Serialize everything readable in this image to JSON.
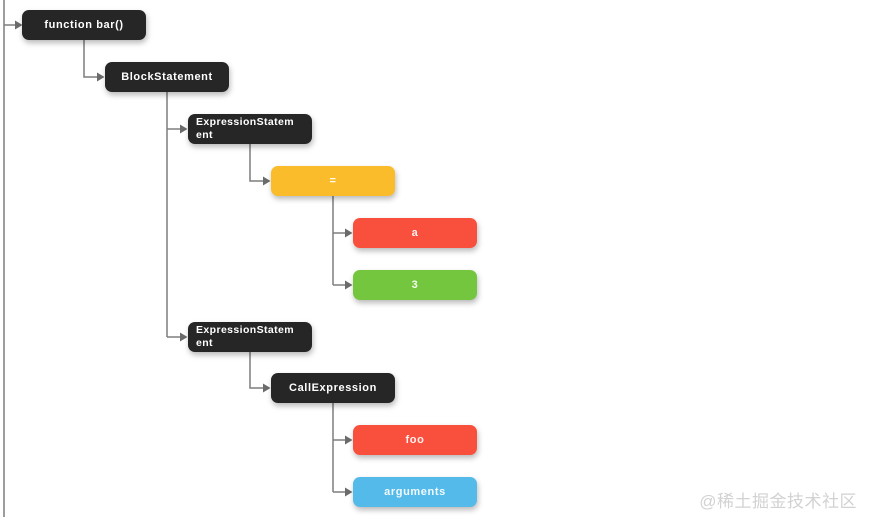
{
  "diagram": {
    "type": "ast-tree",
    "watermark": "@稀土掘金技术社区",
    "colors": {
      "node_black": "#262626",
      "assign_yellow": "#FBBC2C",
      "identifier_red": "#F9503E",
      "literal_green": "#73C63D",
      "arguments_blue": "#54BAE9",
      "connector_gray": "#7d7d7d",
      "arrow_gray": "#6b6b6b",
      "node_text": "#ffffff",
      "watermark_gray": "#d2d2d2"
    },
    "nodes": [
      {
        "id": "function-bar",
        "label": "function bar()",
        "color": "#262626"
      },
      {
        "id": "block-statement",
        "label": "BlockStatement",
        "color": "#262626"
      },
      {
        "id": "expression-statement-1",
        "label_line1": "ExpressionStatem",
        "label_line2": "ent",
        "color": "#262626"
      },
      {
        "id": "assignment-operator",
        "label": "=",
        "color": "#FBBC2C"
      },
      {
        "id": "identifier-a",
        "label": "a",
        "color": "#F9503E"
      },
      {
        "id": "literal-3",
        "label": "3",
        "color": "#73C63D"
      },
      {
        "id": "expression-statement-2",
        "label_line1": "ExpressionStatem",
        "label_line2": "ent",
        "color": "#262626"
      },
      {
        "id": "call-expression",
        "label": "CallExpression",
        "color": "#262626"
      },
      {
        "id": "identifier-foo",
        "label": "foo",
        "color": "#F9503E"
      },
      {
        "id": "arguments",
        "label": "arguments",
        "color": "#54BAE9"
      }
    ],
    "edges": [
      {
        "from": "offscreen-parent",
        "to": "function-bar"
      },
      {
        "from": "function-bar",
        "to": "block-statement"
      },
      {
        "from": "block-statement",
        "to": "expression-statement-1"
      },
      {
        "from": "block-statement",
        "to": "expression-statement-2"
      },
      {
        "from": "expression-statement-1",
        "to": "assignment-operator"
      },
      {
        "from": "assignment-operator",
        "to": "identifier-a"
      },
      {
        "from": "assignment-operator",
        "to": "literal-3"
      },
      {
        "from": "expression-statement-2",
        "to": "call-expression"
      },
      {
        "from": "call-expression",
        "to": "identifier-foo"
      },
      {
        "from": "call-expression",
        "to": "arguments"
      }
    ]
  }
}
